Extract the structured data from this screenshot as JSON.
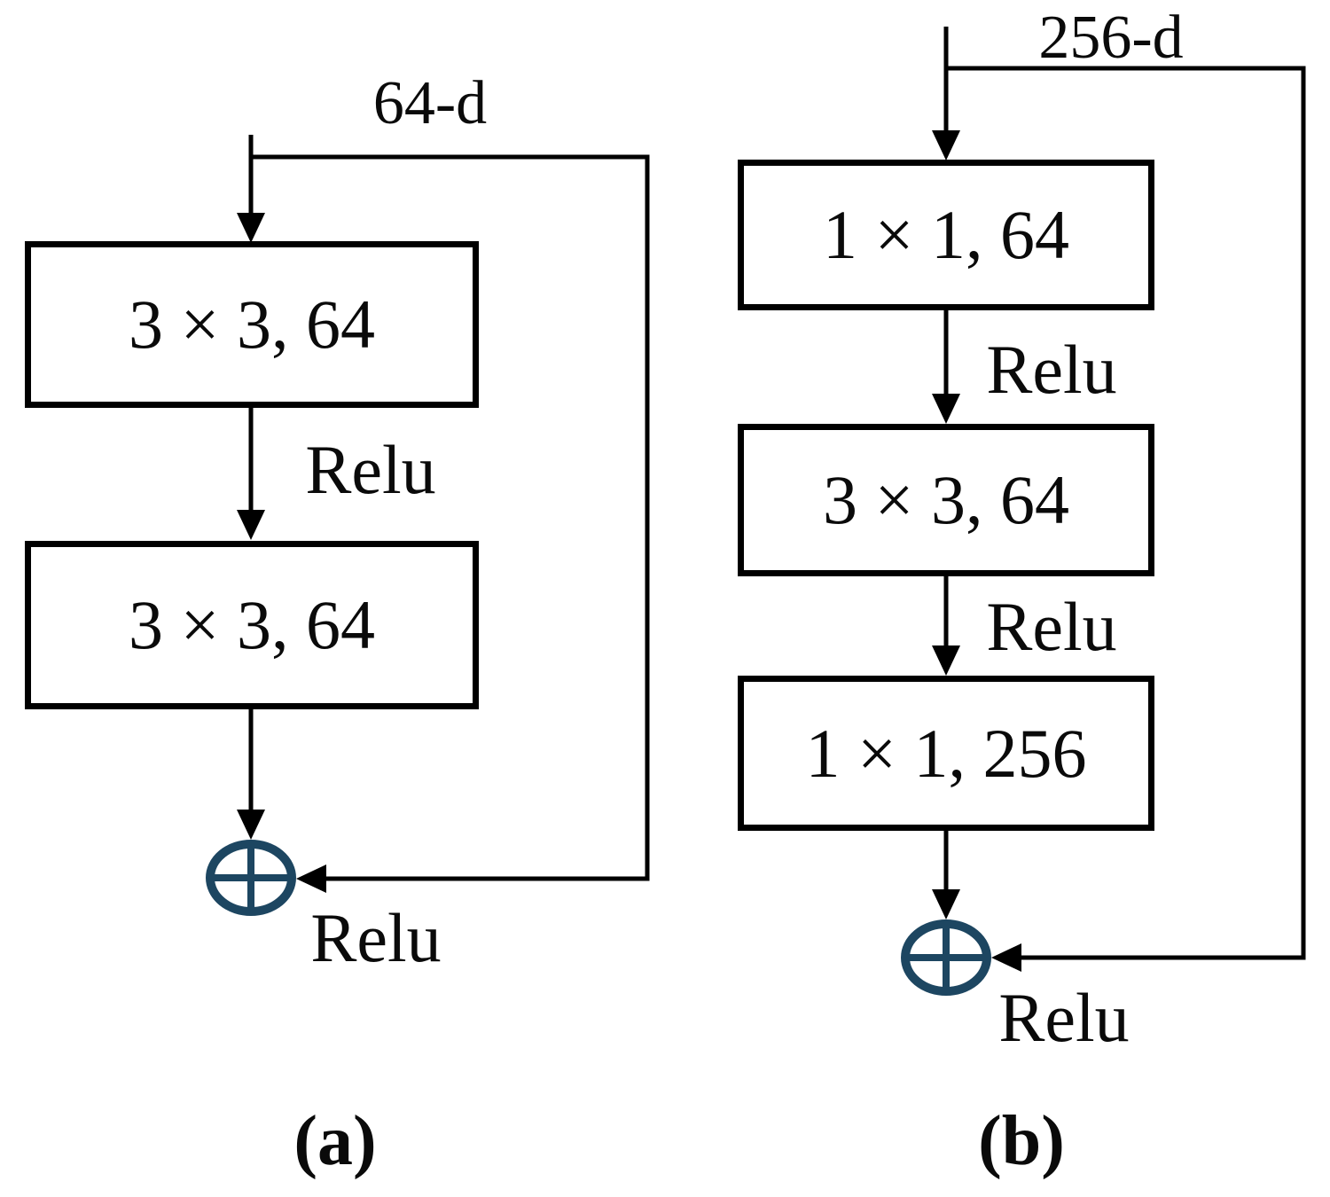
{
  "figure": {
    "background_color": "#ffffff",
    "line_color": "#000000",
    "sum_node_color": "#1d4661",
    "diagram_a": {
      "caption": "(a)",
      "input_dim_label": "64-d",
      "boxes": [
        {
          "label": "3 × 3, 64"
        },
        {
          "label": "3 × 3, 64"
        }
      ],
      "relu_labels": [
        "Relu",
        "Relu"
      ],
      "sum_symbol": "circle-plus"
    },
    "diagram_b": {
      "caption": "(b)",
      "input_dim_label": "256-d",
      "boxes": [
        {
          "label": "1 × 1, 64"
        },
        {
          "label": "3 × 3, 64"
        },
        {
          "label": "1 × 1, 256"
        }
      ],
      "relu_labels": [
        "Relu",
        "Relu",
        "Relu"
      ],
      "sum_symbol": "circle-plus"
    }
  }
}
